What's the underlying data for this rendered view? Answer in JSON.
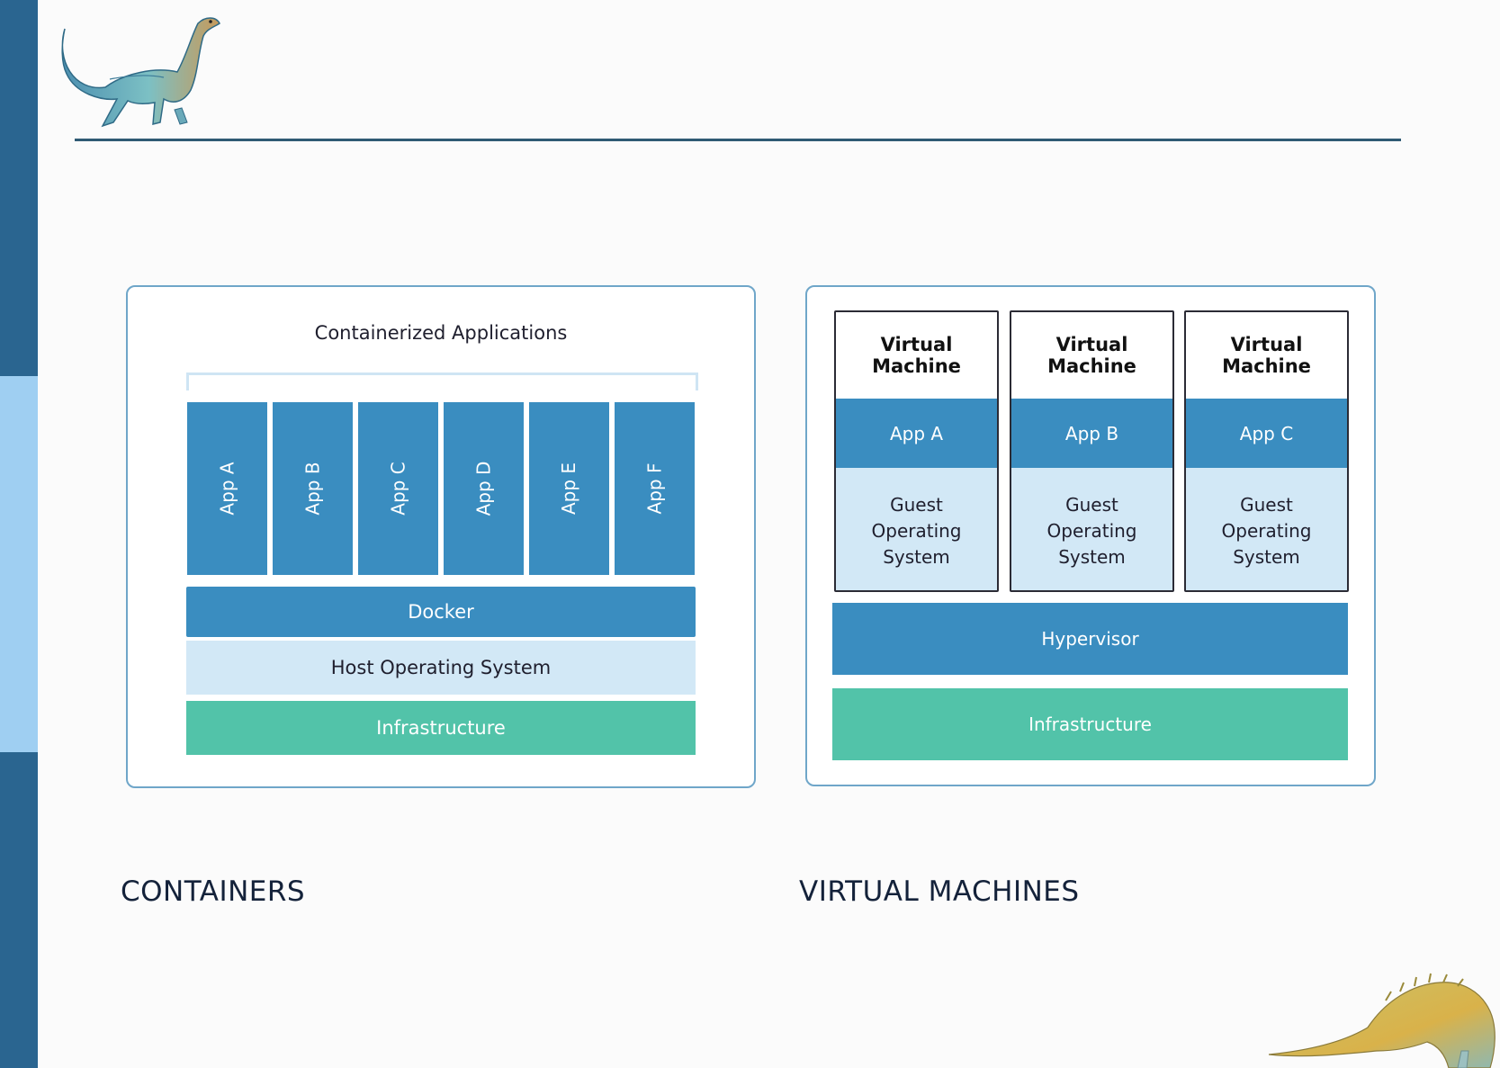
{
  "colors": {
    "sidebar_dark": "#2a6590",
    "sidebar_light": "#9fcff2",
    "header_rule": "#2f5a74",
    "panel_border": "#6fa6c9",
    "app_blue": "#3a8dc0",
    "light_blue": "#d2e8f6",
    "infra_green": "#52c3a9"
  },
  "containers_diagram": {
    "title": "Containerized Applications",
    "apps": [
      "App A",
      "App B",
      "App C",
      "App D",
      "App E",
      "App F"
    ],
    "docker": "Docker",
    "host_os": "Host Operating System",
    "infrastructure": "Infrastructure"
  },
  "vm_diagram": {
    "vms": [
      {
        "title": "Virtual Machine",
        "app": "App A",
        "guest_os": [
          "Guest",
          "Operating",
          "System"
        ]
      },
      {
        "title": "Virtual Machine",
        "app": "App B",
        "guest_os": [
          "Guest",
          "Operating",
          "System"
        ]
      },
      {
        "title": "Virtual Machine",
        "app": "App C",
        "guest_os": [
          "Guest",
          "Operating",
          "System"
        ]
      }
    ],
    "hypervisor": "Hypervisor",
    "infrastructure": "Infrastructure"
  },
  "captions": {
    "left": "CONTAINERS",
    "right": "VIRTUAL MACHINES"
  },
  "icons": [
    "dinosaur-logo-icon",
    "dinosaur-corner-icon"
  ]
}
